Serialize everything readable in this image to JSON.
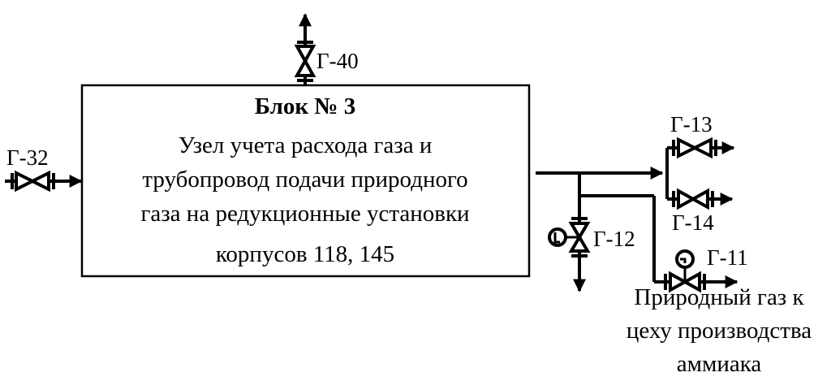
{
  "block": {
    "title": "Блок № 3",
    "lines": [
      "Узел учета расхода газа и",
      "трубопровод подачи природного",
      "газа на редукционные установки",
      "корпусов 118, 145"
    ]
  },
  "valves": {
    "g40": "Г-40",
    "g32": "Г-32",
    "g13": "Г-13",
    "g14": "Г-14",
    "g12": "Г-12",
    "g11": "Г-11"
  },
  "outlet": {
    "lines": [
      "Природный газ к",
      "цеху производства",
      "аммиака"
    ]
  }
}
